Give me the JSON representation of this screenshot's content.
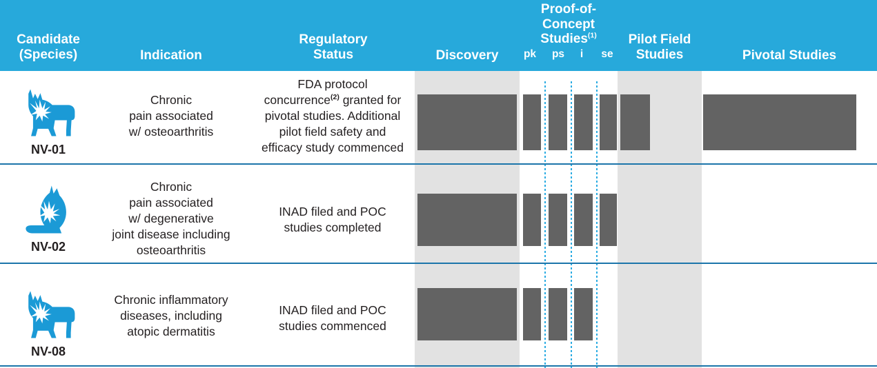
{
  "header": {
    "columns": [
      {
        "key": "candidate",
        "label": "Candidate\n(Species)",
        "line1": "Candidate",
        "line2": "(Species)"
      },
      {
        "key": "indication",
        "label": "Indication"
      },
      {
        "key": "regulatory",
        "label": "Regulatory\nStatus",
        "line1": "Regulatory",
        "line2": "Status"
      },
      {
        "key": "discovery",
        "label": "Discovery"
      },
      {
        "key": "poc",
        "label": "Proof-of-Concept Studies",
        "line1": "Proof-of-",
        "line2": "Concept",
        "line3": "Studies",
        "footnote": "(1)"
      },
      {
        "key": "pilot",
        "label": "Pilot Field Studies",
        "line1": "Pilot Field",
        "line2": "Studies"
      },
      {
        "key": "pivotal",
        "label": "Pivotal Studies"
      }
    ],
    "candidate_line1": "Candidate",
    "candidate_line2": "(Species)",
    "indication_label": "Indication",
    "regulatory_line1": "Regulatory",
    "regulatory_line2": "Status",
    "discovery_label": "Discovery",
    "poc_line1": "Proof-of-",
    "poc_line2": "Concept",
    "poc_line3": "Studies",
    "poc_footnote": "(1)",
    "pilot_line1": "Pilot Field",
    "pilot_line2": "Studies",
    "pivotal_label": "Pivotal Studies",
    "poc_sub_labels": [
      "pk",
      "ps",
      "i",
      "se"
    ]
  },
  "colors": {
    "header_blue": "#27a9db",
    "icon_blue": "#1b9ad6",
    "bar_gray": "#636363",
    "band_gray": "#e2e2e2",
    "divider_blue": "#1b75aa",
    "dotted_blue": "#29abe2",
    "text": "#231f20"
  },
  "rows": [
    {
      "code": "NV-01",
      "species_icon": "dog-icon",
      "indication": "Chronic\npain associated\nw/ osteoarthritis",
      "indication_lines": [
        "Chronic",
        "pain associated",
        "w/ osteoarthritis"
      ],
      "regulatory_status": "FDA protocol concurrence(2) granted for pivotal studies. Additional pilot field safety and efficacy study commenced",
      "regulatory_lines": [
        "FDA protocol",
        "concurrence(2) granted for",
        "pivotal studies. Additional",
        "pilot field safety and",
        "efficacy study commenced"
      ],
      "regulatory_footnote": "(2)",
      "progress": {
        "discovery": true,
        "poc": {
          "pk": true,
          "ps": true,
          "i": true,
          "se": true
        },
        "pilot_field": true,
        "pivotal": true
      }
    },
    {
      "code": "NV-02",
      "species_icon": "cat-icon",
      "indication": "Chronic\npain associated\nw/ degenerative\njoint disease including\nosteoarthritis",
      "indication_lines": [
        "Chronic",
        "pain associated",
        "w/ degenerative",
        "joint disease including",
        "osteoarthritis"
      ],
      "regulatory_status": "INAD filed and POC studies completed",
      "regulatory_lines": [
        "INAD filed and POC",
        "studies completed"
      ],
      "progress": {
        "discovery": true,
        "poc": {
          "pk": true,
          "ps": true,
          "i": true,
          "se": true
        },
        "pilot_field": false,
        "pivotal": false
      }
    },
    {
      "code": "NV-08",
      "species_icon": "dog-icon",
      "indication": "Chronic inflammatory\ndiseases, including\natopic dermatitis",
      "indication_lines": [
        "Chronic inflammatory",
        "diseases, including",
        "atopic dermatitis"
      ],
      "regulatory_status": "INAD filed and POC studies commenced",
      "regulatory_lines": [
        "INAD filed and POC",
        "studies commenced"
      ],
      "progress": {
        "discovery": true,
        "poc": {
          "pk": true,
          "ps": true,
          "i": true,
          "se": false
        },
        "pilot_field": false,
        "pivotal": false
      }
    }
  ],
  "chart_data": {
    "type": "table",
    "title": "Product Candidate Pipeline",
    "categories": [
      "Discovery",
      "Proof-of-Concept Studies",
      "Pilot Field Studies",
      "Pivotal Studies"
    ],
    "poc_subcategories": [
      "pk",
      "ps",
      "i",
      "se"
    ],
    "series": [
      {
        "name": "NV-01",
        "values": [
          1,
          1,
          1,
          1,
          1,
          1,
          1
        ]
      },
      {
        "name": "NV-02",
        "values": [
          1,
          1,
          1,
          1,
          1,
          0,
          0
        ]
      },
      {
        "name": "NV-08",
        "values": [
          1,
          1,
          1,
          1,
          0,
          0,
          0
        ]
      }
    ],
    "stage_keys": [
      "discovery",
      "poc-pk",
      "poc-ps",
      "poc-i",
      "poc-se",
      "pilot_field",
      "pivotal"
    ],
    "legend": [],
    "xlabel": "",
    "ylabel": ""
  }
}
